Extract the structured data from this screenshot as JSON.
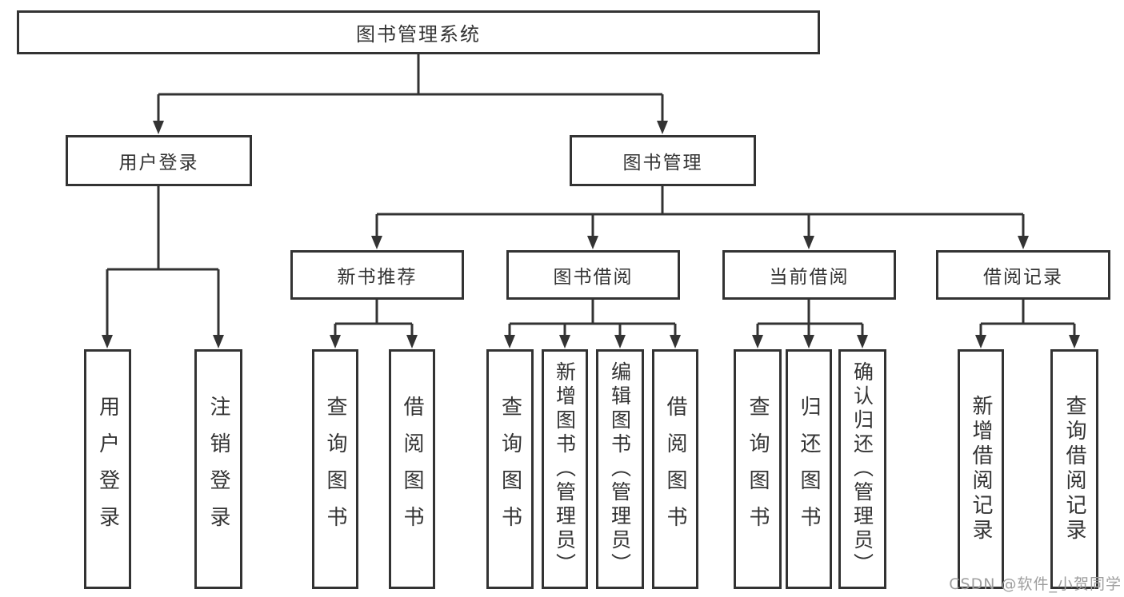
{
  "diagram": {
    "root": {
      "label": "图书管理系统"
    },
    "level2": [
      {
        "label": "用户登录"
      },
      {
        "label": "图书管理"
      }
    ],
    "level3": [
      {
        "label": "新书推荐"
      },
      {
        "label": "图书借阅"
      },
      {
        "label": "当前借阅"
      },
      {
        "label": "借阅记录"
      }
    ],
    "leaves": {
      "user_login": [
        {
          "label": "用户登录"
        },
        {
          "label": "注销登录"
        }
      ],
      "new_books": [
        {
          "label": "查询图书"
        },
        {
          "label": "借阅图书"
        }
      ],
      "book_borrow": [
        {
          "label": "查询图书"
        },
        {
          "label": "新增图书（管理员）"
        },
        {
          "label": "编辑图书（管理员）"
        },
        {
          "label": "借阅图书"
        }
      ],
      "current_borrow": [
        {
          "label": "查询图书"
        },
        {
          "label": "归还图书"
        },
        {
          "label": "确认归还（管理员）"
        }
      ],
      "borrow_records": [
        {
          "label": "新增借阅记录"
        },
        {
          "label": "查询借阅记录"
        }
      ]
    }
  },
  "watermark": {
    "text": "CSDN @软件_小贺同学"
  },
  "colors": {
    "line": "#333333",
    "text": "#333333",
    "watermark": "#9e9e9e",
    "background": "#ffffff"
  }
}
